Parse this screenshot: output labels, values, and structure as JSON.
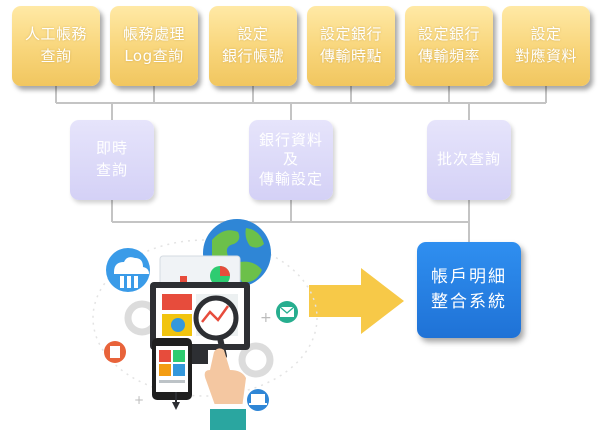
{
  "top_row": [
    {
      "line1": "人工帳務",
      "line2": "查詢"
    },
    {
      "line1": "帳務處理",
      "line2": "Log查詢"
    },
    {
      "line1": "設定",
      "line2": "銀行帳號"
    },
    {
      "line1": "設定銀行",
      "line2": "傳輸時點"
    },
    {
      "line1": "設定銀行",
      "line2": "傳輸頻率"
    },
    {
      "line1": "設定",
      "line2": "對應資料"
    }
  ],
  "mid_row": [
    {
      "lines": [
        "即時",
        "查詢"
      ]
    },
    {
      "lines": [
        "銀行資料",
        "及",
        "傳輸設定"
      ]
    },
    {
      "lines": [
        "批次查詢"
      ]
    }
  ],
  "target": {
    "line1": "帳戶明細",
    "line2": "整合系統"
  },
  "colors": {
    "gold_box": "#f8d57a",
    "lavender_box": "#d4d1f6",
    "target_box": "#1f72d6",
    "connector": "#bfbfbf",
    "arrow": "#f7c948"
  },
  "illustration": {
    "icons": [
      "server-cloud-icon",
      "globe-icon",
      "monitor-icon",
      "chart-icon",
      "magnifier-icon",
      "mail-icon",
      "phone-icon",
      "hand-icon",
      "gear-icon",
      "laptop-icon",
      "document-icon"
    ]
  }
}
